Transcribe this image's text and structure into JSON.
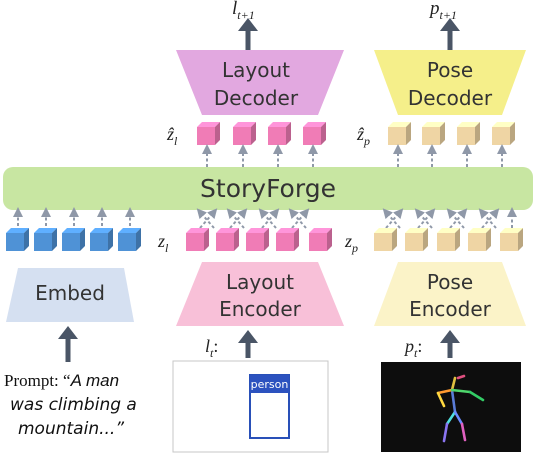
{
  "outputs": {
    "layout_label": "l",
    "layout_sub": "t+1",
    "pose_label": "p",
    "pose_sub": "t+1"
  },
  "layout_decoder": {
    "line1": "Layout",
    "line2": "Decoder",
    "color": "#e2a8e0"
  },
  "pose_decoder": {
    "line1": "Pose",
    "line2": "Decoder",
    "color": "#f5ef8a"
  },
  "zhat_layout": {
    "label": "ẑ",
    "sub": "l"
  },
  "zhat_pose": {
    "label": "ẑ",
    "sub": "p"
  },
  "core": {
    "label": "StoryForge",
    "color": "#c8e6a2"
  },
  "z_layout": {
    "label": "z",
    "sub": "l"
  },
  "z_pose": {
    "label": "z",
    "sub": "p"
  },
  "embed": {
    "label": "Embed",
    "color": "#d5e0f1"
  },
  "layout_encoder": {
    "line1": "Layout",
    "line2": "Encoder",
    "color": "#f8c0d8"
  },
  "pose_encoder": {
    "line1": "Pose",
    "line2": "Encoder",
    "color": "#fbf3c8"
  },
  "input_layout": {
    "label": "l",
    "sub": "t",
    "suffix": ":",
    "box_tag": "person"
  },
  "input_pose": {
    "label": "p",
    "sub": "t",
    "suffix": ":"
  },
  "prompt": {
    "prefix": "Prompt: “",
    "line1_italic": "A man",
    "line2": "was climbing a",
    "line3": "mountain...”"
  },
  "colors": {
    "arrow": "#4a5566",
    "token_blue": "#4f92d6",
    "token_pink": "#f07cb6",
    "token_tan": "#efd5a4",
    "dash_arrow": "#8f98a8"
  }
}
